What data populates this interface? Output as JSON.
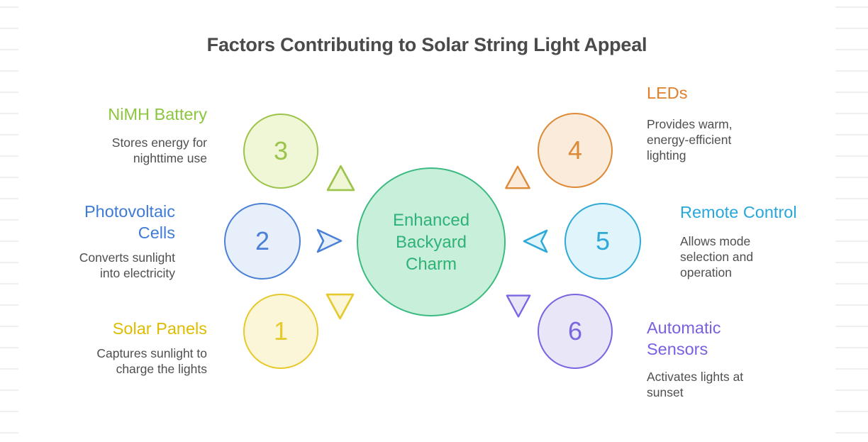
{
  "title": "Factors Contributing to Solar String Light Appeal",
  "title_color": "#4a4a4a",
  "description_color": "#4f4f4f",
  "center": {
    "label": "Enhanced\nBackyard\nCharm",
    "fill": "#c7efda",
    "border": "#3dba80",
    "text_color": "#2fb278"
  },
  "factors": [
    {
      "number": "1",
      "name": "Solar Panels",
      "description": "Captures sunlight to\ncharge the lights",
      "accent": "#debc00",
      "circle_border": "#e6c92d",
      "circle_fill": "#fbf6d8",
      "pointer": "triangle-down-icon"
    },
    {
      "number": "2",
      "name": "Photovoltaic\nCells",
      "description": "Converts sunlight\ninto electricity",
      "accent": "#3d7bd9",
      "circle_border": "#4a80d6",
      "circle_fill": "#e7effb",
      "pointer": "triangle-right-icon"
    },
    {
      "number": "3",
      "name": "NiMH Battery",
      "description": "Stores energy for\nnighttime use",
      "accent": "#8cc63f",
      "circle_border": "#9cc44a",
      "circle_fill": "#eff7d7",
      "pointer": "triangle-up-icon"
    },
    {
      "number": "4",
      "name": "LEDs",
      "description": "Provides warm,\nenergy-efficient\nlighting",
      "accent": "#e0802b",
      "circle_border": "#dd8a38",
      "circle_fill": "#fbebdb",
      "pointer": "triangle-up-icon"
    },
    {
      "number": "5",
      "name": "Remote Control",
      "description": "Allows mode\nselection and\noperation",
      "accent": "#28a7db",
      "circle_border": "#2fa9d6",
      "circle_fill": "#e0f4fb",
      "pointer": "triangle-left-icon"
    },
    {
      "number": "6",
      "name": "Automatic\nSensors",
      "description": "Activates lights at\nsunset",
      "accent": "#7a5fe0",
      "circle_border": "#7766e2",
      "circle_fill": "#e9e6f8",
      "pointer": "triangle-down-icon"
    }
  ]
}
